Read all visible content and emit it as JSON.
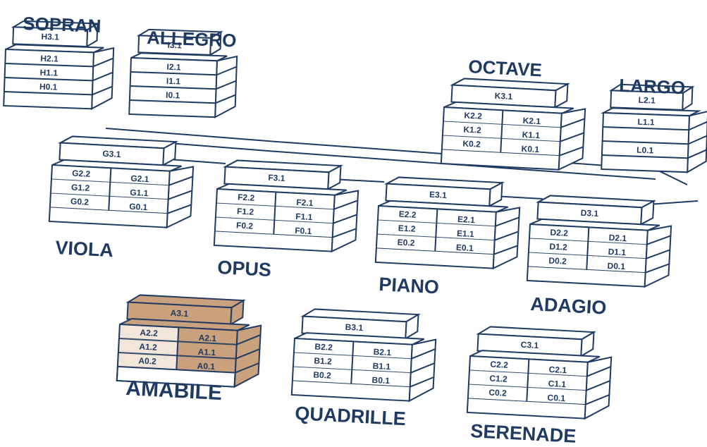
{
  "colors": {
    "line": "#1f3b63",
    "highlight": "#c9a27d",
    "highlight_light": "#f2e6da",
    "background": "#ffffff"
  },
  "highlighted_building": "A",
  "buildings": [
    {
      "id": "A",
      "name": "AMABILE",
      "top": "A3.1",
      "left": [
        "A2.2",
        "A1.2",
        "A0.2"
      ],
      "right": [
        "A2.1",
        "A1.1",
        "A0.1"
      ]
    },
    {
      "id": "B",
      "name": "QUADRILLE",
      "top": "B3.1",
      "left": [
        "B2.2",
        "B1.2",
        "B0.2"
      ],
      "right": [
        "B2.1",
        "B1.1",
        "B0.1"
      ]
    },
    {
      "id": "C",
      "name": "SERENADE",
      "top": "C3.1",
      "left": [
        "C2.2",
        "C1.2",
        "C0.2"
      ],
      "right": [
        "C2.1",
        "C1.1",
        "C0.1"
      ]
    },
    {
      "id": "D",
      "name": "ADAGIO",
      "top": "D3.1",
      "left": [
        "D2.2",
        "D1.2",
        "D0.2"
      ],
      "right": [
        "D2.1",
        "D1.1",
        "D0.1"
      ]
    },
    {
      "id": "E",
      "name": "PIANO",
      "top": "E3.1",
      "left": [
        "E2.2",
        "E1.2",
        "E0.2"
      ],
      "right": [
        "E2.1",
        "E1.1",
        "E0.1"
      ]
    },
    {
      "id": "F",
      "name": "OPUS",
      "top": "F3.1",
      "left": [
        "F2.2",
        "F1.2",
        "F0.2"
      ],
      "right": [
        "F2.1",
        "F1.1",
        "F0.1"
      ]
    },
    {
      "id": "G",
      "name": "VIOLA",
      "top": "G3.1",
      "left": [
        "G2.2",
        "G1.2",
        "G0.2"
      ],
      "right": [
        "G2.1",
        "G1.1",
        "G0.1"
      ]
    },
    {
      "id": "H",
      "name": "SOPRAN",
      "top": "H3.1",
      "units": [
        "H2.1",
        "H1.1",
        "H0.1"
      ]
    },
    {
      "id": "I",
      "name": "ALLEGRO",
      "top": "I3.1",
      "units": [
        "I2.1",
        "I1.1",
        "I0.1"
      ]
    },
    {
      "id": "K",
      "name": "OCTAVE",
      "top": "K3.1",
      "left": [
        "K2.2",
        "K1.2",
        "K0.2"
      ],
      "right": [
        "K2.1",
        "K1.1",
        "K0.1"
      ]
    },
    {
      "id": "L",
      "name": "LARGO",
      "top": "L2.1",
      "units": [
        "L1.1",
        "",
        "L0.1"
      ]
    }
  ]
}
